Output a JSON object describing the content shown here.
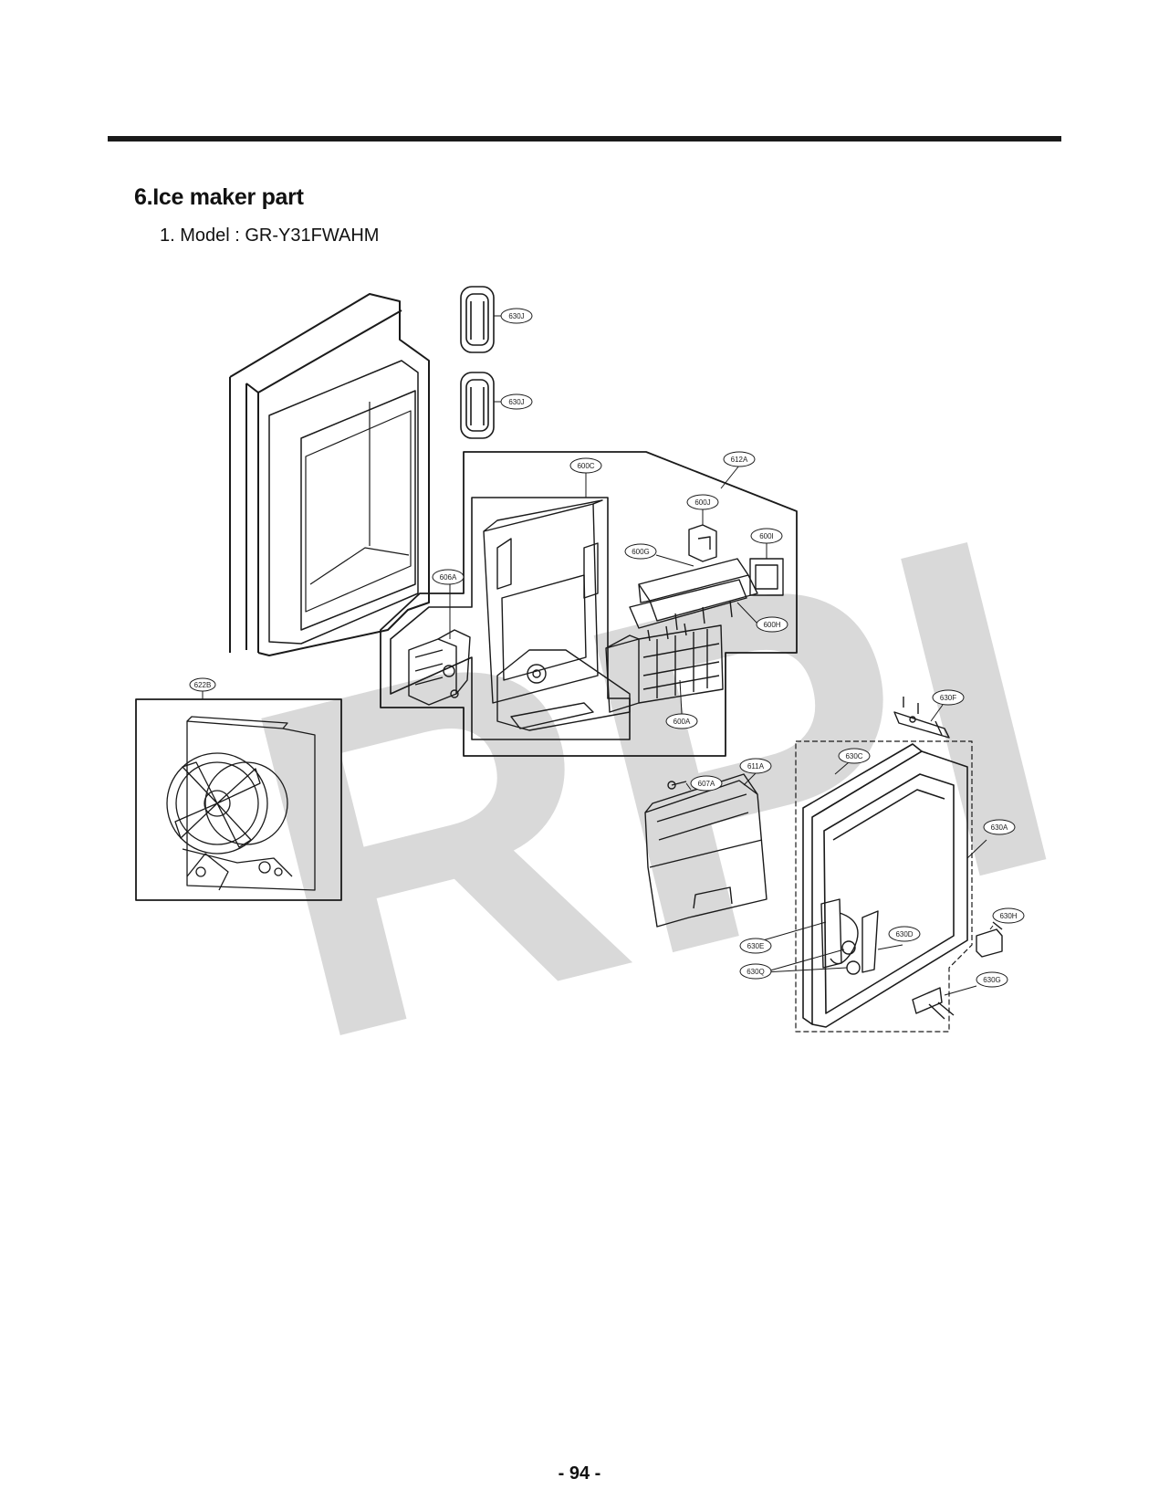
{
  "header": {
    "section_title": "6.Ice maker part",
    "model_line": "1. Model : GR-Y31FWAHM"
  },
  "watermark": "RPI",
  "callouts": {
    "c630J_a": "630J",
    "c630J_b": "630J",
    "c612A": "612A",
    "c600C": "600C",
    "c600J": "600J",
    "c600I": "600I",
    "c600G": "600G",
    "c606A": "606A",
    "c600H": "600H",
    "c622B": "622B",
    "c600A": "600A",
    "c630F": "630F",
    "c611A": "611A",
    "c607A": "607A",
    "c630C": "630C",
    "c630A": "630A",
    "c630H": "630H",
    "c630E": "630E",
    "c630D": "630D",
    "c630Q": "630Q",
    "c630G": "630G"
  },
  "footer": {
    "page_number": "- 94 -"
  },
  "colors": {
    "line": "#1a1a1a",
    "watermark": "#d9d9d9"
  }
}
